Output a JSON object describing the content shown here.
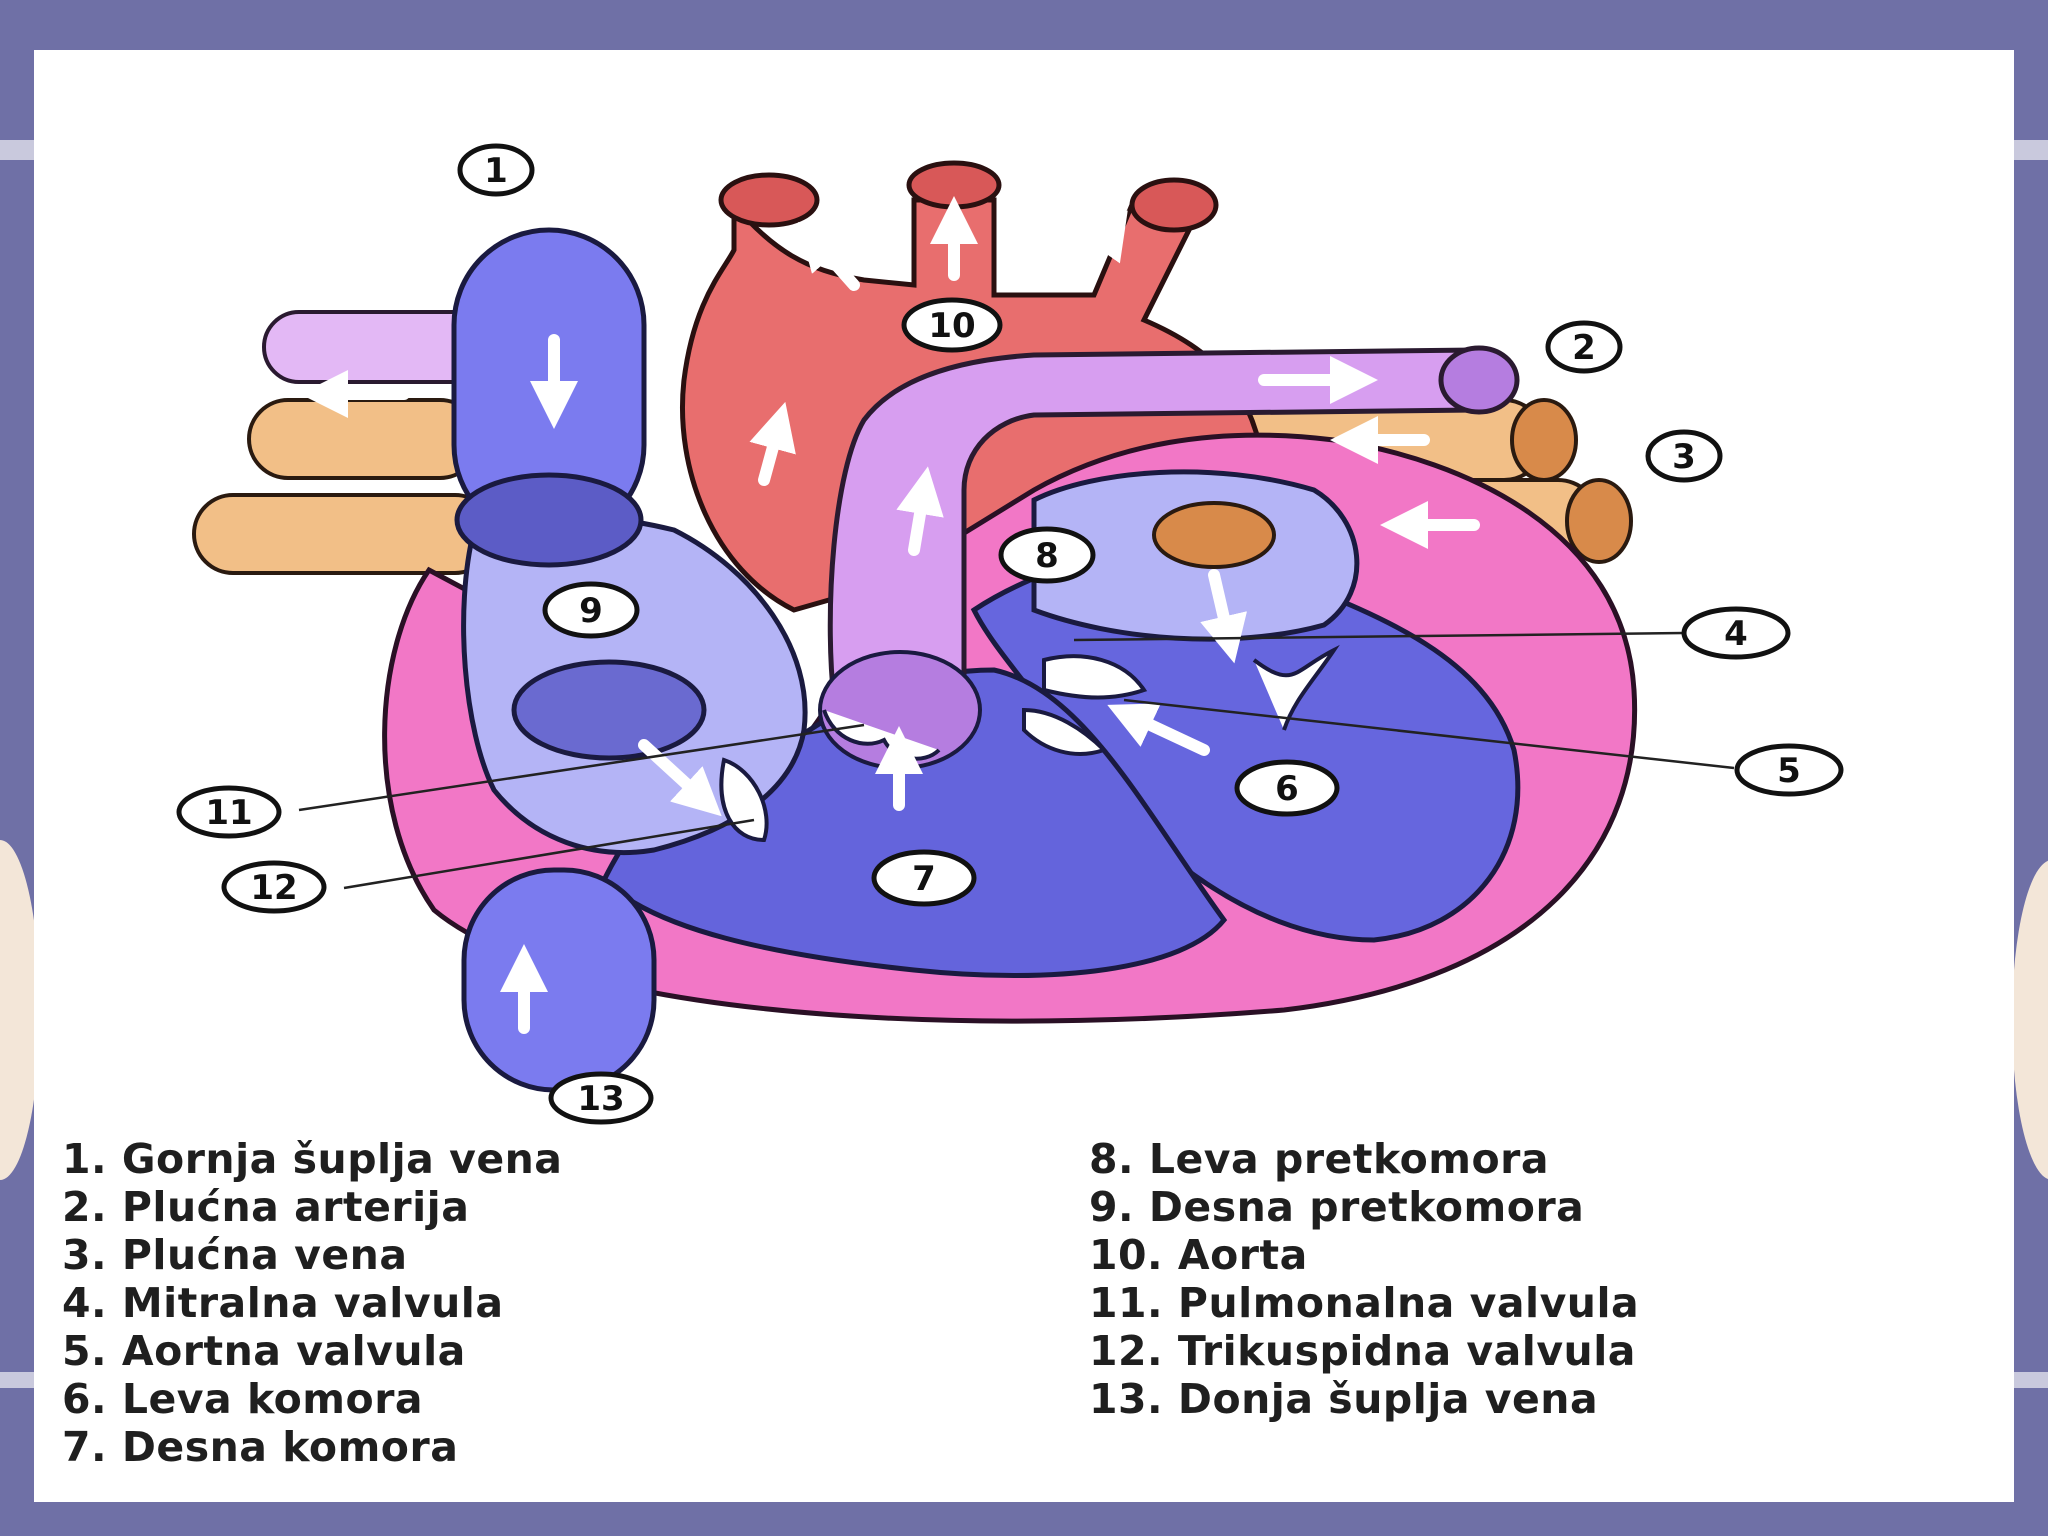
{
  "diagram": {
    "callouts": [
      "1",
      "2",
      "3",
      "4",
      "5",
      "6",
      "7",
      "8",
      "9",
      "10",
      "11",
      "12",
      "13"
    ],
    "legend_left": [
      "1. Gornja šuplja vena",
      "2. Plućna arterija",
      "3. Plućna vena",
      "4. Mitralna valvula",
      "5. Aortna valvula",
      "6. Leva komora",
      "7. Desna komora"
    ],
    "legend_right": [
      "8. Leva pretkomora",
      "9. Desna pretkomora",
      "10. Aorta",
      "11. Pulmonalna valvula",
      "12. Trikuspidna valvula",
      "13. Donja šuplja vena"
    ]
  },
  "colors": {
    "background": "#6f70a6",
    "vena_cava": "#7b7bef",
    "right_atrium": "#b4b4f6",
    "right_ventricle": "#6464dc",
    "pulmonary_artery": "#d79ef0",
    "aorta": "#e86e6e",
    "pulmonary_vein": "#f2bf87",
    "heart_wall": "#f277c6"
  }
}
